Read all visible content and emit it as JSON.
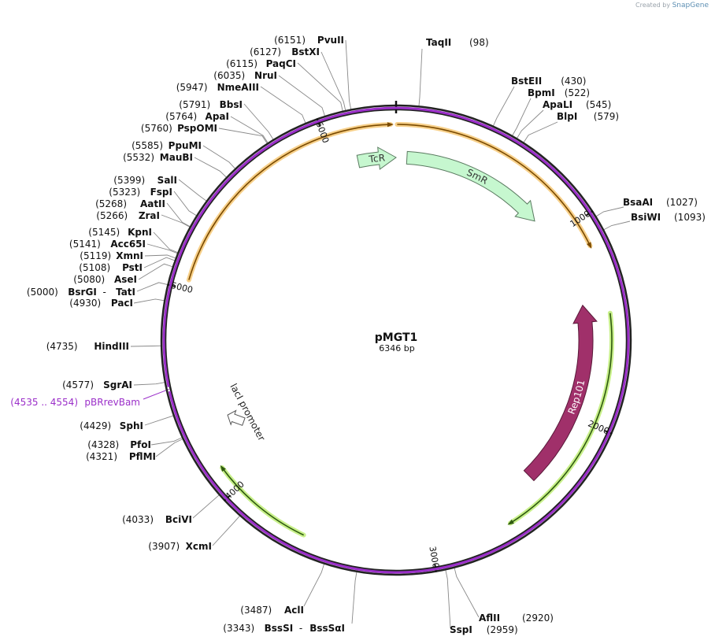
{
  "credit": {
    "prefix": "Created by",
    "brand": "SnapGene"
  },
  "plasmid": {
    "name": "pMGT1",
    "size_label": "6346 bp",
    "length": 6346
  },
  "ticks": [
    1000,
    2000,
    3000,
    4000,
    5000,
    6000
  ],
  "features": [
    {
      "name": "TcR",
      "start": 6135,
      "end": 0,
      "color": "#c6f7cf",
      "stroke": "#5a7a60",
      "label_color": "#333"
    },
    {
      "name": "SmR",
      "start": 60,
      "end": 870,
      "color": "#c6f7cf",
      "stroke": "#5a7a60",
      "label_color": "#333"
    },
    {
      "name": "Rep101",
      "start": 2390,
      "end": 1400,
      "color": "#a0306a",
      "stroke": "#5a1a3a",
      "label_color": "#ffffff"
    },
    {
      "name": "lacI promoter",
      "start": 4230,
      "end": 4330,
      "color": "#ffffff",
      "stroke": "#555",
      "label_color": "#222"
    }
  ],
  "arcs": [
    {
      "kind": "orange",
      "start": 5045,
      "end": 6320
    },
    {
      "kind": "orange",
      "start": 5,
      "end": 1130
    },
    {
      "kind": "green",
      "start": 1460,
      "end": 2610
    },
    {
      "kind": "green",
      "start": 3620,
      "end": 4120
    }
  ],
  "sites": [
    {
      "name": "TaqII",
      "pos": "(98)"
    },
    {
      "name": "BstEII",
      "pos": "(430)"
    },
    {
      "name": "BpmI",
      "pos": "(522)"
    },
    {
      "name": "ApaLI",
      "pos": "(545)"
    },
    {
      "name": "BlpI",
      "pos": "(579)"
    },
    {
      "name": "BsaAI",
      "pos": "(1027)"
    },
    {
      "name": "BsiWI",
      "pos": "(1093)"
    },
    {
      "name": "AflII",
      "pos": "(2920)"
    },
    {
      "name": "SspI",
      "pos": "(2959)"
    },
    {
      "name": "AclI",
      "pos": "(3487)"
    },
    {
      "name": "BssSI",
      "name2": "BssSαI",
      "pos": "(3343)"
    },
    {
      "name": "XcmI",
      "pos": "(3907)"
    },
    {
      "name": "BciVI",
      "pos": "(4033)"
    },
    {
      "name": "PflMI",
      "pos": "(4321)"
    },
    {
      "name": "PfoI",
      "pos": "(4328)"
    },
    {
      "name": "SphI",
      "pos": "(4429)"
    },
    {
      "name": "SgrAI",
      "pos": "(4577)"
    },
    {
      "name": "HindIII",
      "pos": "(4735)"
    },
    {
      "name": "PacI",
      "pos": "(4930)"
    },
    {
      "name": "BsrGI",
      "name2": "TatI",
      "pos": "(5000)"
    },
    {
      "name": "AseI",
      "pos": "(5080)"
    },
    {
      "name": "PstI",
      "pos": "(5108)"
    },
    {
      "name": "XmnI",
      "pos": "(5119)"
    },
    {
      "name": "Acc65I",
      "pos": "(5141)"
    },
    {
      "name": "KpnI",
      "pos": "(5145)"
    },
    {
      "name": "ZraI",
      "pos": "(5266)"
    },
    {
      "name": "AatII",
      "pos": "(5268)"
    },
    {
      "name": "FspI",
      "pos": "(5323)"
    },
    {
      "name": "SalI",
      "pos": "(5399)"
    },
    {
      "name": "MauBI",
      "pos": "(5532)"
    },
    {
      "name": "PpuMI",
      "pos": "(5585)"
    },
    {
      "name": "PspOMI",
      "pos": "(5760)"
    },
    {
      "name": "ApaI",
      "pos": "(5764)"
    },
    {
      "name": "BbsI",
      "pos": "(5791)"
    },
    {
      "name": "NmeAIII",
      "pos": "(5947)"
    },
    {
      "name": "NruI",
      "pos": "(6035)"
    },
    {
      "name": "PaqCI",
      "pos": "(6115)"
    },
    {
      "name": "BstXI",
      "pos": "(6127)"
    },
    {
      "name": "PvuII",
      "pos": "(6151)"
    }
  ],
  "primer": {
    "name": "pBRrevBam",
    "pos": "(4535 .. 4554)"
  }
}
